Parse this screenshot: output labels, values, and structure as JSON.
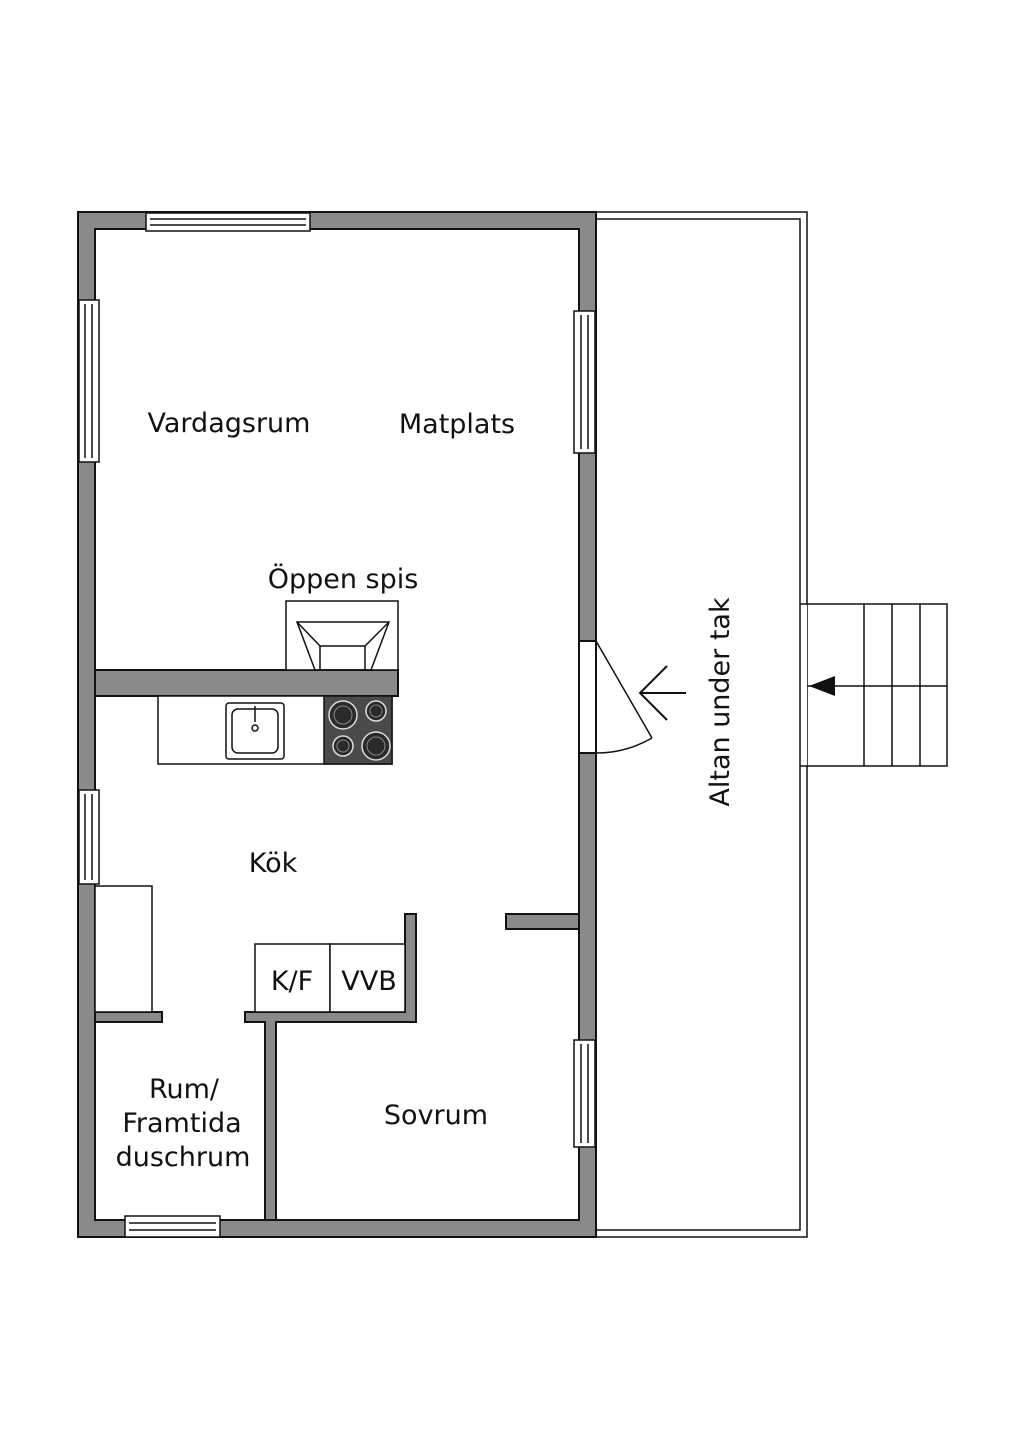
{
  "rooms": {
    "vardagsrum": "Vardagsrum",
    "matplats": "Matplats",
    "oppen_spis": "Öppen spis",
    "kok": "Kök",
    "kf": "K/F",
    "vvb": "VVB",
    "rum_line1": "Rum/",
    "rum_line2": "Framtida",
    "rum_line3": "duschrum",
    "sovrum": "Sovrum",
    "altan": "Altan under tak"
  },
  "colors": {
    "wall": "#8a8a8a",
    "line": "#111111",
    "stove": "#4a4a4a"
  }
}
